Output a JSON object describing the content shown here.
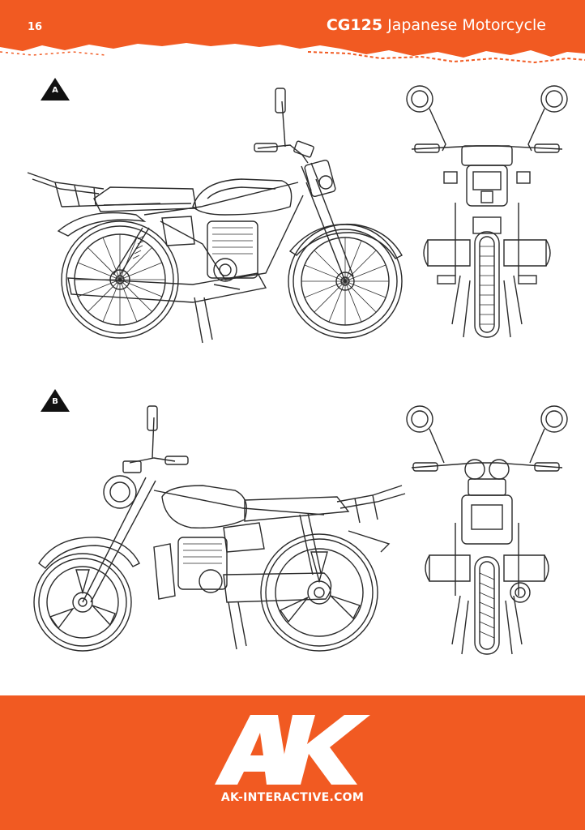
{
  "header": {
    "page_number": "16",
    "model": "CG125",
    "title": "Japanese Motorcycle"
  },
  "views": [
    {
      "label": "A",
      "description": "left side and front profile line drawings"
    },
    {
      "label": "B",
      "description": "right side and front profile line drawings"
    }
  ],
  "footer": {
    "logo_text": "AK",
    "url": "AK-INTERACTIVE.COM"
  },
  "colors": {
    "accent": "#f15a22",
    "line": "#2a2a2a",
    "background": "#ffffff"
  }
}
